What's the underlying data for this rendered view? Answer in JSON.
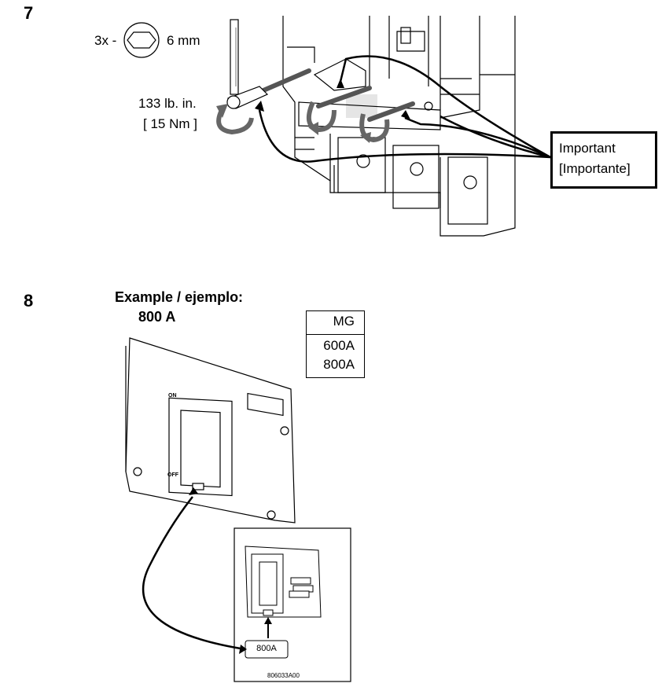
{
  "step7": {
    "number": "7",
    "qty": "3x -",
    "tool_size": "6 mm",
    "torque_imperial": "133 lb. in.",
    "torque_metric": "[ 15 Nm ]",
    "important_en": "Important",
    "important_es": "[Importante]",
    "icons": [
      "hex-socket-icon",
      "rotate-arrow-icon"
    ]
  },
  "step8": {
    "number": "8",
    "example_label": "Example / ejemplo:",
    "example_value": "800 A",
    "table": {
      "header": "MG",
      "rows": [
        "600A",
        "800A"
      ]
    },
    "faceplate_on": "ON",
    "faceplate_off": "OFF",
    "detail_label": "800A",
    "figure_id": "806033A00"
  }
}
